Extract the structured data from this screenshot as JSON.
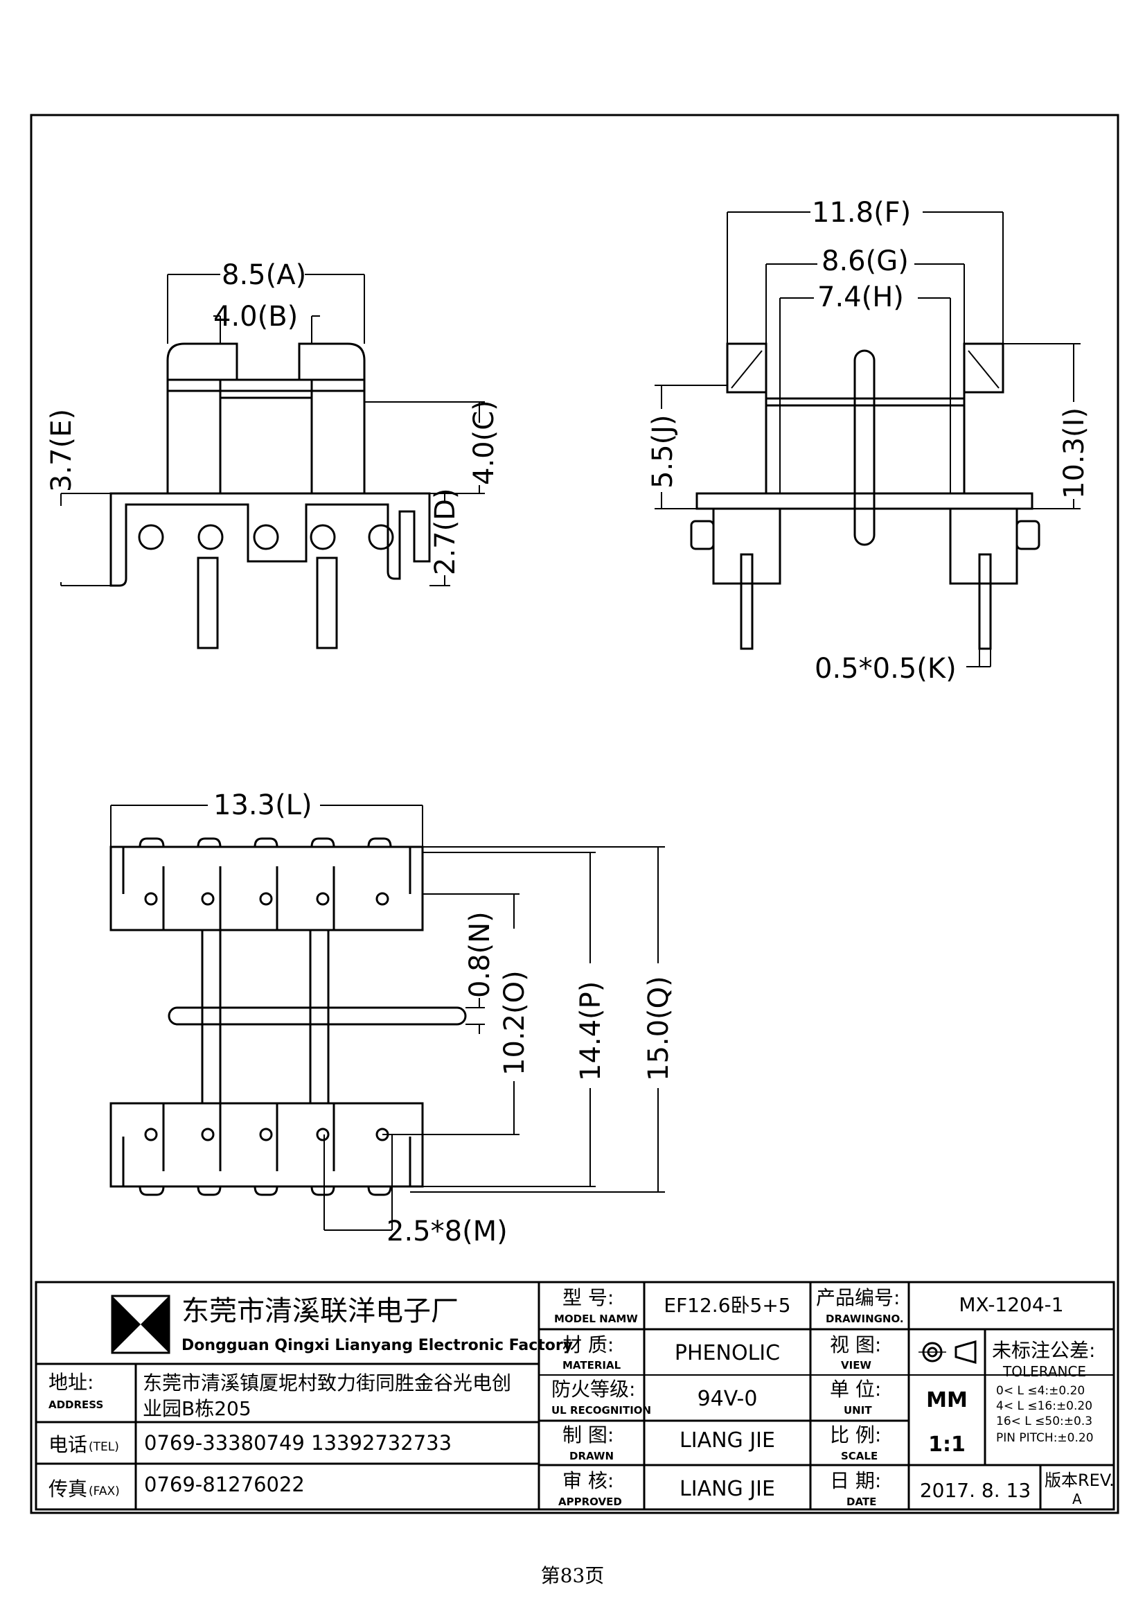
{
  "dimensions": {
    "A": "8.5(A)",
    "B": "4.0(B)",
    "C": "4.0(C)",
    "D": "2.7(D)",
    "E": "3.7(E)",
    "F": "11.8(F)",
    "G": "8.6(G)",
    "H": "7.4(H)",
    "I": "10.3(I)",
    "J": "5.5(J)",
    "K": "0.5*0.5(K)",
    "L": "13.3(L)",
    "M": "2.5*8(M)",
    "N": "0.8(N)",
    "O": "10.2(O)",
    "P": "14.4(P)",
    "Q": "15.0(Q)"
  },
  "title_block": {
    "company_cn": "东莞市清溪联洋电子厂",
    "company_en": "Dongguan Qingxi Lianyang Electronic Factory",
    "address_label_cn": "地址:",
    "address_label_en": "ADDRESS",
    "address_line1": "东莞市清溪镇厦坭村致力街同胜金谷光电创",
    "address_line2": "业园B栋205",
    "tel_label_cn": "电话",
    "tel_label_en": "(TEL)",
    "tel_value": "0769-33380749    13392732733",
    "fax_label_cn": "传真",
    "fax_label_en": "(FAX)",
    "fax_value": "0769-81276022",
    "model_label_cn": "型  号:",
    "model_label_en": "MODEL NAMW",
    "model_value": "EF12.6卧5+5",
    "material_label_cn": "材  质:",
    "material_label_en": "MATERIAL",
    "material_value": "PHENOLIC",
    "ul_label_cn": "防火等级:",
    "ul_label_en": "UL RECOGNITION",
    "ul_value": "94V-0",
    "drawn_label_cn": "制  图:",
    "drawn_label_en": "DRAWN",
    "drawn_value": "LIANG JIE",
    "approved_label_cn": "审  核:",
    "approved_label_en": "APPROVED",
    "approved_value": "LIANG JIE",
    "drawingno_label_cn": "产品编号:",
    "drawingno_label_en": "DRAWINGNO.",
    "drawingno_value": "MX-1204-1",
    "view_label_cn": "视  图:",
    "view_label_en": "VIEW",
    "unit_label_cn": "单  位:",
    "unit_label_en": "UNIT",
    "unit_value": "MM",
    "scale_label_cn": "比  例:",
    "scale_label_en": "SCALE",
    "scale_value": "1:1",
    "date_label_cn": "日  期:",
    "date_label_en": "DATE",
    "date_value": "2017. 8. 13",
    "rev_label": "版本REV.",
    "rev_value": "A",
    "tolerance_cn": "未标注公差:",
    "tolerance_en": "TOLERANCE",
    "tolerance_lines": [
      "0< L ≤4:±0.20",
      "4< L ≤16:±0.20",
      "16< L ≤50:±0.3",
      "PIN PITCH:±0.20"
    ]
  },
  "page_number": "第83页"
}
